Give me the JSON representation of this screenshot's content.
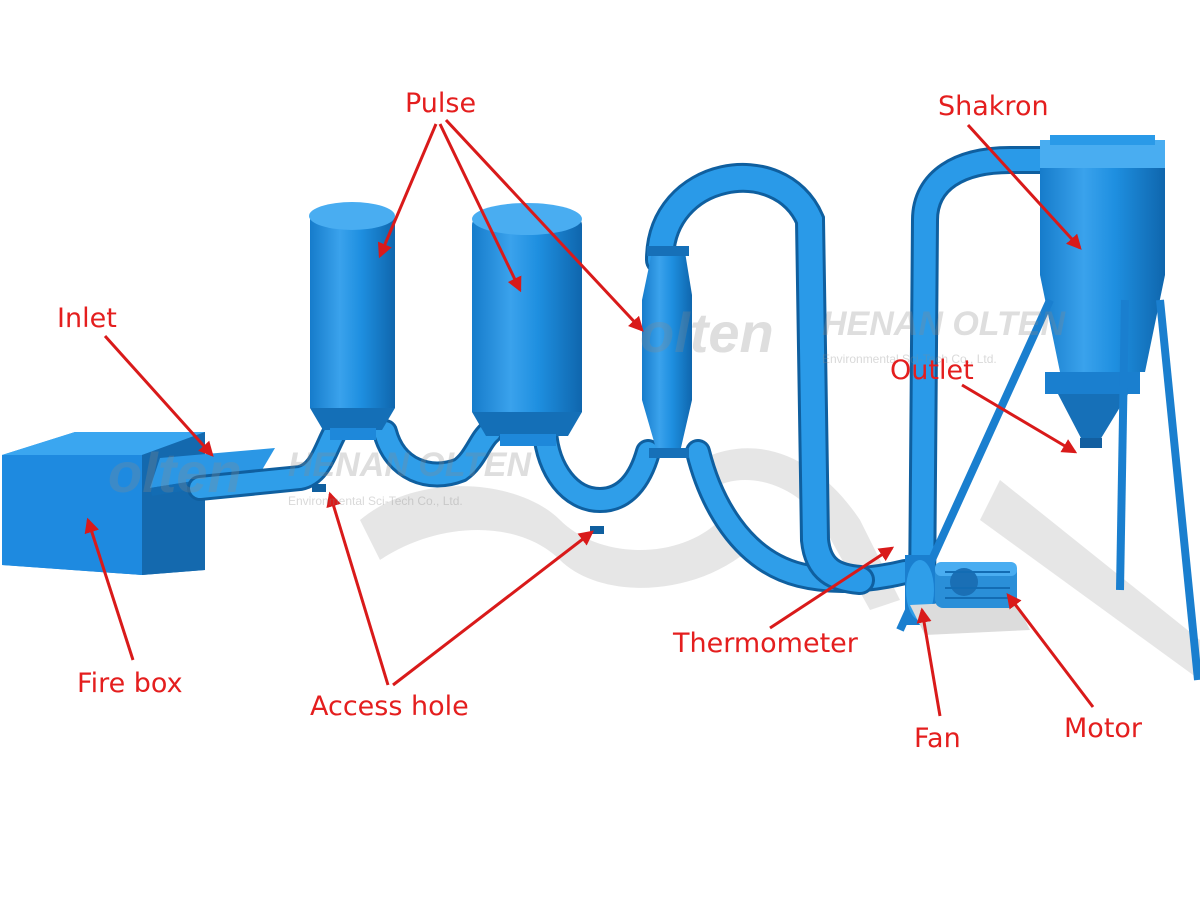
{
  "labels": {
    "pulse": "Pulse",
    "shakron": "Shakron",
    "inlet": "Inlet",
    "outlet": "Outlet",
    "fire_box": "Fire box",
    "access_hole": "Access hole",
    "thermometer": "Thermometer",
    "fan": "Fan",
    "motor": "Motor"
  },
  "watermark": {
    "logo": "olten",
    "company": "HENAN OLTEN",
    "tagline": "Environmental Sci-Tech Co., Ltd."
  },
  "colors": {
    "label_text": "#e41e1e",
    "arrow": "#d91a1a",
    "machine_blue": "#1e8fe0",
    "machine_blue_dark": "#126fb8",
    "machine_blue_light": "#5ab4f0",
    "watermark": "#8a8a8a",
    "shadow": "#d7d7d7"
  }
}
